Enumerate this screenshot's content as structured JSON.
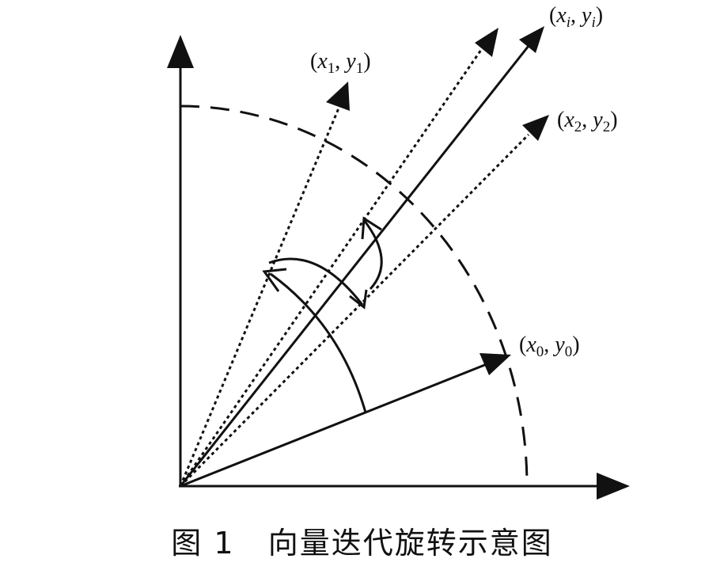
{
  "labels": {
    "p1": {
      "x": "x",
      "xsub": "1",
      "y": "y",
      "ysub": "1"
    },
    "pi": {
      "x": "x",
      "xsub": "i",
      "y": "y",
      "ysub": "i"
    },
    "p2": {
      "x": "x",
      "xsub": "2",
      "y": "y",
      "ysub": "2"
    },
    "p0": {
      "x": "x",
      "xsub": "0",
      "y": "y",
      "ysub": "0"
    },
    "open_paren": "(",
    "comma": ", ",
    "close_paren": ")"
  },
  "caption": {
    "number": "图 1",
    "text": "向量迭代旋转示意图"
  },
  "colors": {
    "ink": "#111111",
    "background": "#ffffff"
  }
}
